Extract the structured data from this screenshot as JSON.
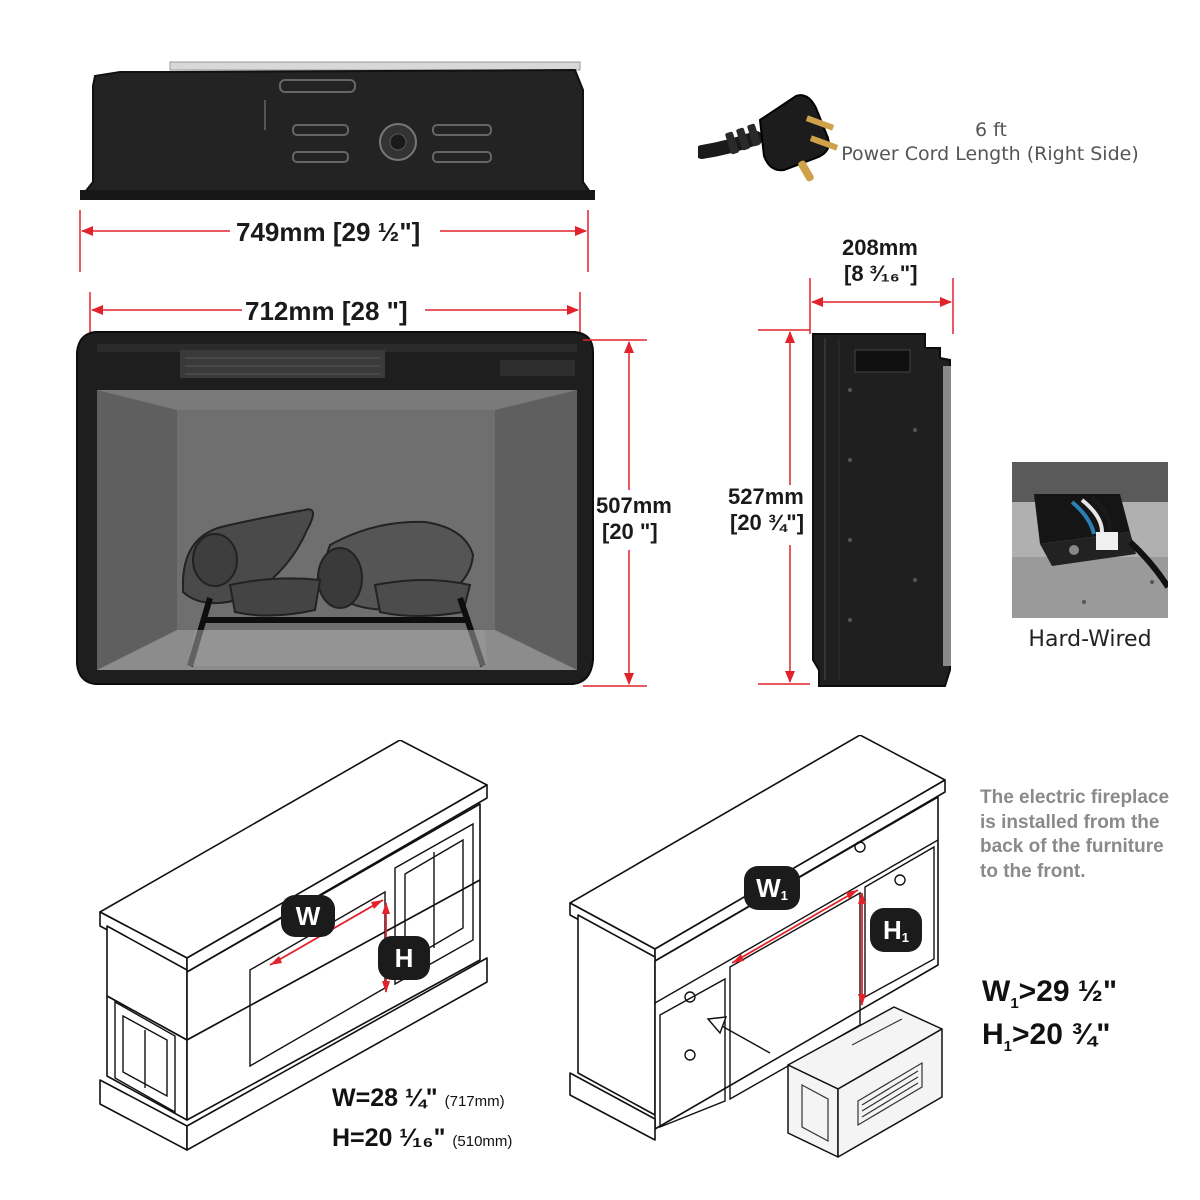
{
  "top_width": "749mm  [29 ½\"]",
  "front_width": "712mm  [28 \"]",
  "front_height_mm": "507mm",
  "front_height_in": "[20 \"]",
  "depth_mm": "208mm",
  "depth_in": "[8 ³⁄₁₆\"]",
  "side_height_mm": "527mm",
  "side_height_in": "[20 ¾\"]",
  "cord_length": "6 ft",
  "cord_label": "Power Cord Length (Right Side)",
  "hardwired_label": "Hard-Wired",
  "install_note": "The electric fireplace is installed from the back of the furniture to the front.",
  "badge_w": "W",
  "badge_h": "H",
  "badge_w1": "W",
  "badge_h1": "H",
  "badge_sub": "1",
  "req_w_letter": "W",
  "req_w_sub": "1",
  "req_w_value": ">29 ½\"",
  "req_h_letter": "H",
  "req_h_sub": "1",
  "req_h_value": ">20 ¾\"",
  "cab_w_value": "W=28 ¼\"",
  "cab_w_mm": "(717mm)",
  "cab_h_value": "H=20 ¹⁄₁₆\"",
  "cab_h_mm": "(510mm)",
  "colors": {
    "dimension_line": "#e2222b",
    "insert_body": "#1e1e1e",
    "firebox": "#6d6d6d",
    "note_text": "#8a8a8a"
  }
}
